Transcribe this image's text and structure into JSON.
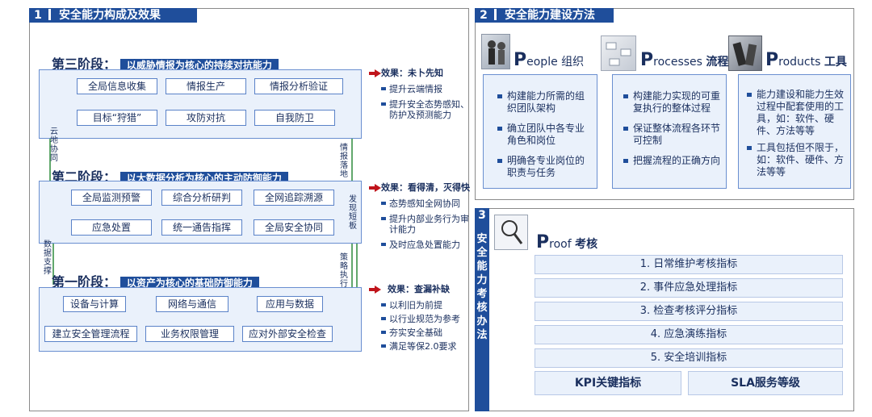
{
  "panel1": {
    "num": "1",
    "title": "安全能力构成及效果",
    "stages": [
      {
        "label": "第三阶段：",
        "bar": "以威胁情报为核心的持续对抗能力",
        "row1": [
          "全局信息收集",
          "情报生产",
          "情报分析验证"
        ],
        "row2": [
          "目标“狩猎”",
          "攻防对抗",
          "自我防卫"
        ]
      },
      {
        "label": "第二阶段：",
        "bar": "以大数据分析为核心的主动防御能力",
        "row1": [
          "全局监测预警",
          "综合分析研判",
          "全网追踪溯源"
        ],
        "row2": [
          "应急处置",
          "统一通告指挥",
          "全局安全协同"
        ]
      },
      {
        "label": "第一阶段：",
        "bar": "以资产为核心的基础防御能力",
        "row1": [
          "设备与计算",
          "网络与通信",
          "应用与数据"
        ],
        "row2": [
          "建立安全管理流程",
          "业务权限管理",
          "应对外部安全检查"
        ]
      }
    ],
    "left_labels": [
      "云地协同",
      "数据支撑"
    ],
    "right_labels": [
      "情报落地",
      "发现短板",
      "策略执行"
    ],
    "effects": [
      {
        "title": "效果：未卜先知",
        "items": [
          "提升云端情报",
          "提升安全态势感知、防护及预测能力"
        ]
      },
      {
        "title": "效果：看得清，灭得快",
        "items": [
          "态势感知全网协同",
          "提升内部业务行为审计能力",
          "及时应急处置能力"
        ]
      },
      {
        "title": "效果：查漏补缺",
        "items": [
          "以利旧为前提",
          "以行业规范为参考",
          "夯实安全基础",
          "满足等保2.0要求"
        ]
      }
    ]
  },
  "panel2": {
    "num": "2",
    "title": "安全能力建设方法",
    "cols": [
      {
        "cap": "P",
        "rest": "eople",
        "zh": "组织",
        "icon": "people-icon",
        "items": [
          "构建能力所需的组织团队架构",
          "确立团队中各专业角色和岗位",
          "明确各专业岗位的职责与任务"
        ]
      },
      {
        "cap": "P",
        "rest": "rocesses",
        "zh": "流程",
        "icon": "process-icon",
        "items": [
          "构建能力实现的可重复执行的整体过程",
          "保证整体流程各环节可控制",
          "把握流程的正确方向"
        ]
      },
      {
        "cap": "P",
        "rest": "roducts",
        "zh": "工具",
        "icon": "tools-icon",
        "items": [
          "能力建设和能力生效过程中配套使用的工具，如：软件、硬件、方法等等",
          "工具包括但不限于，如：软件、硬件、方法等等"
        ]
      }
    ]
  },
  "panel3": {
    "num": "3",
    "vtitle": "安全能力考核办法",
    "cap": "P",
    "rest": "roof",
    "zh": "考核",
    "rows": [
      "1. 日常维护考核指标",
      "2. 事件应急处理指标",
      "3. 检查考核评分指标",
      "4. 应急演练指标",
      "5. 安全培训指标"
    ],
    "kpi": "KPI关键指标",
    "sla": "SLA服务等级"
  },
  "colors": {
    "primary": "#1f4e9b",
    "accent": "#c0141b",
    "fill": "#eaf1fb"
  }
}
